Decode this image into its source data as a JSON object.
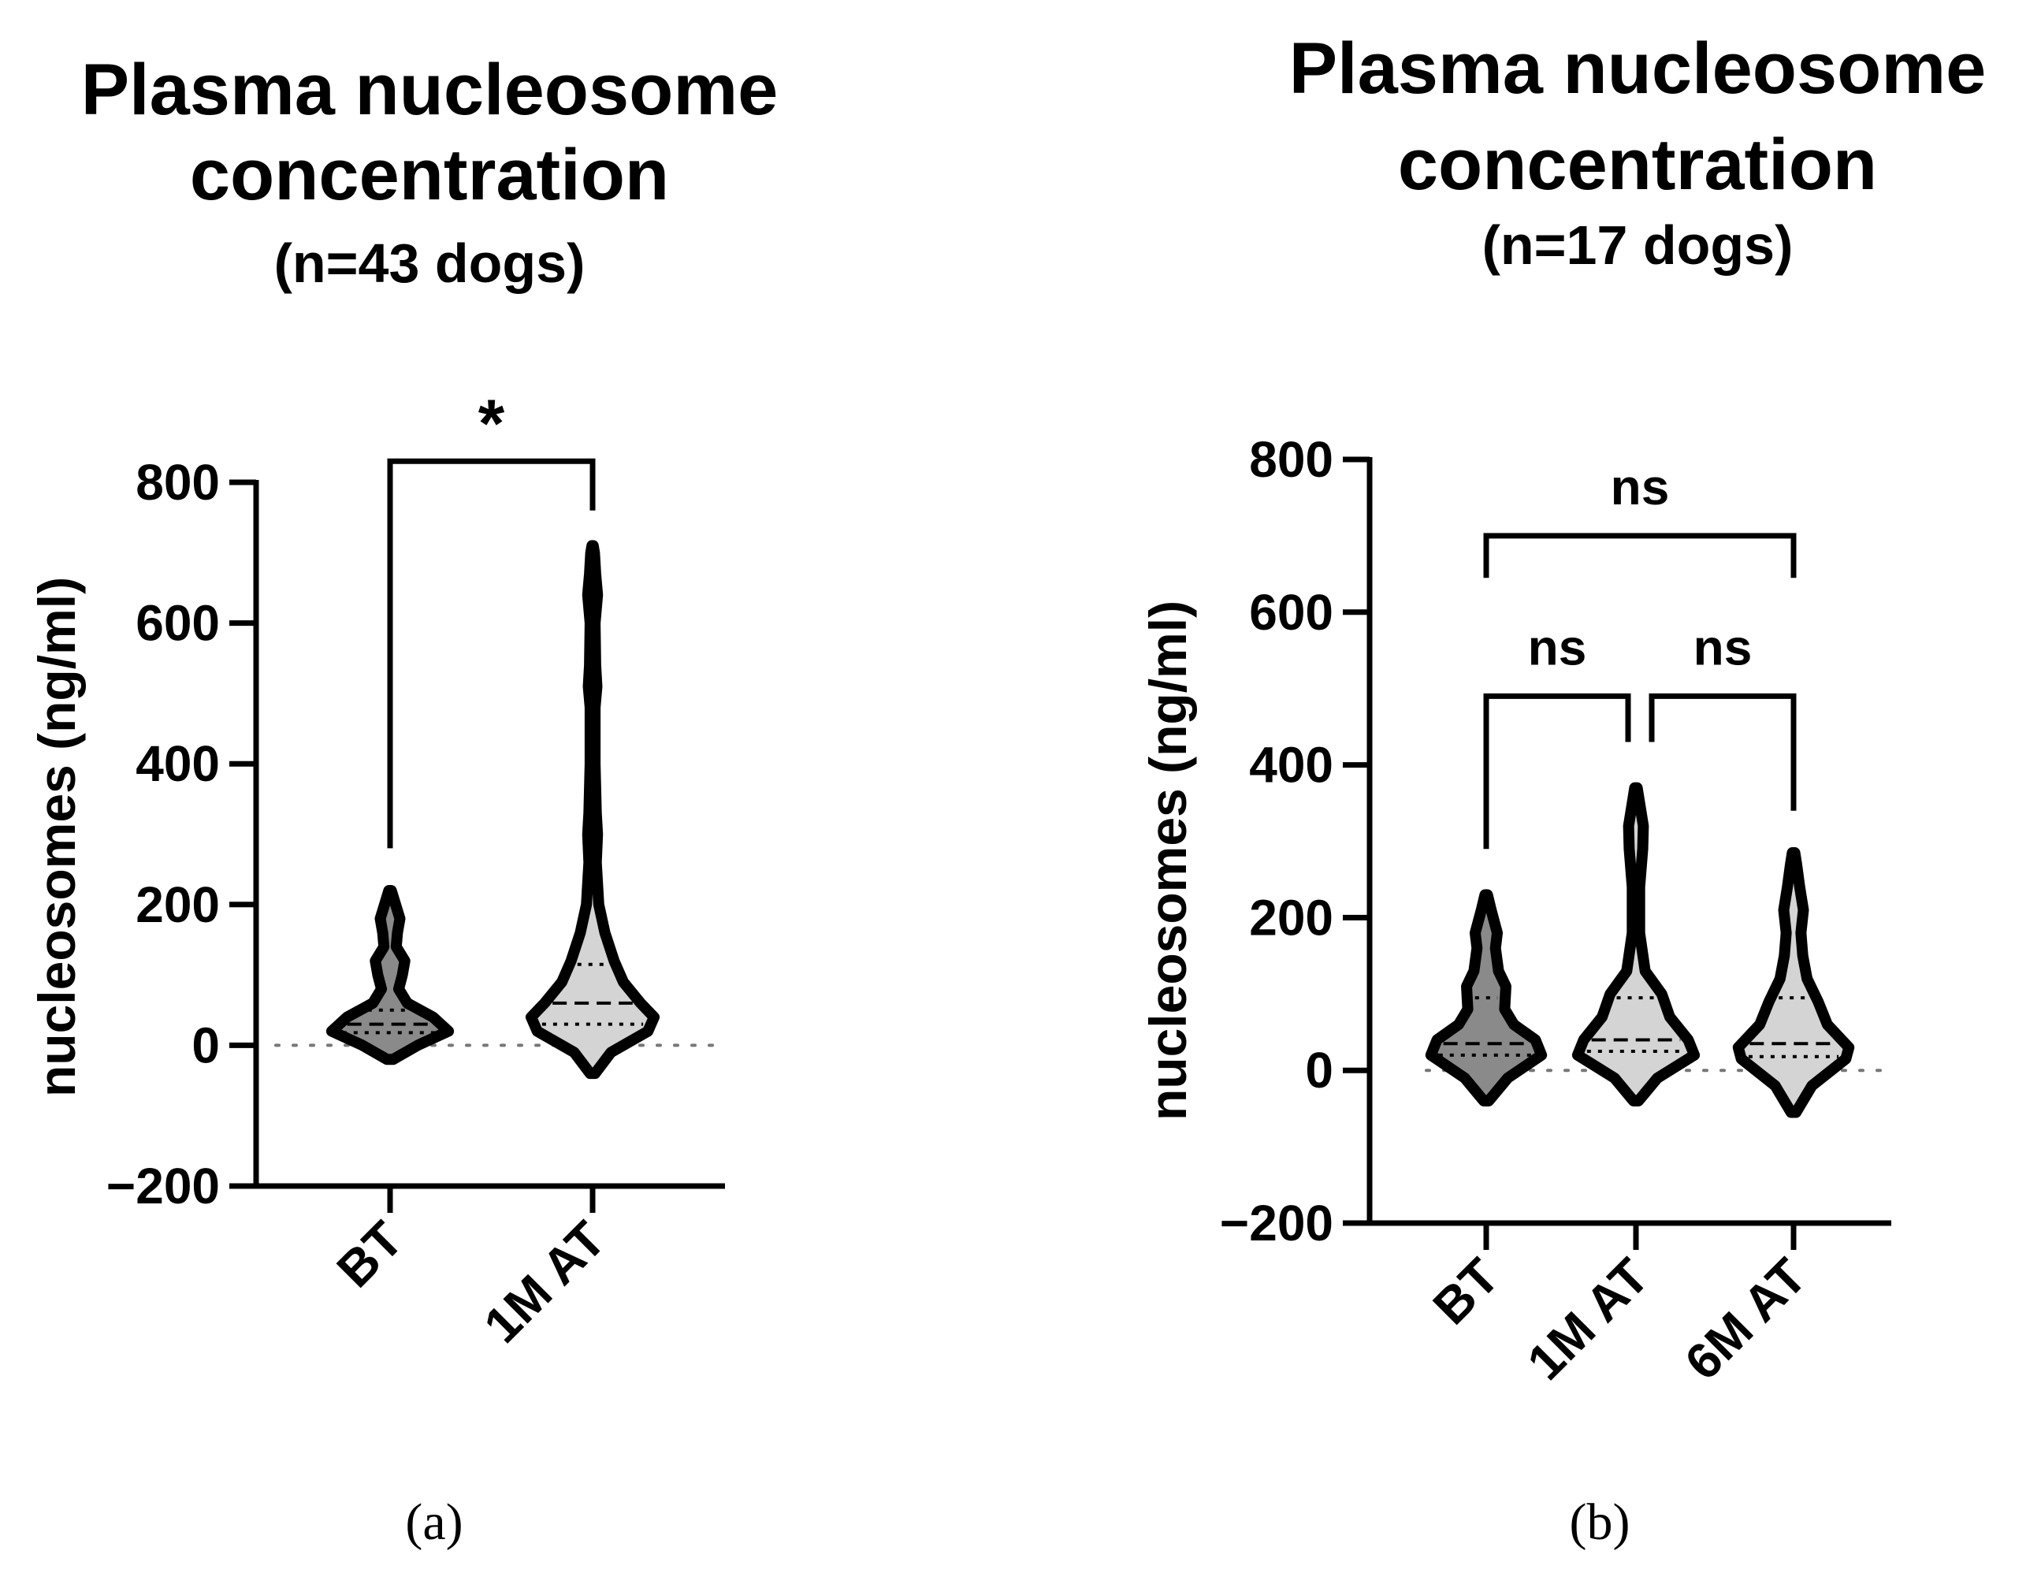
{
  "chart_data": [
    {
      "type": "violin",
      "panel_label": "(a)",
      "title_lines": [
        "Plasma nucleosome",
        "concentration"
      ],
      "subtitle": "(n=43 dogs)",
      "ylabel": "nucleosomes (ng/ml)",
      "ylim": [
        -200,
        800
      ],
      "yticks": [
        -200,
        0,
        200,
        400,
        600,
        800
      ],
      "ytick_labels": [
        "−200",
        "0",
        "200",
        "400",
        "600",
        "800"
      ],
      "zero_reference_line": "dotted",
      "categories": [
        "BT",
        "1M AT"
      ],
      "series": [
        {
          "category": "BT",
          "fill": "#8a8a8a",
          "median": 30,
          "q1": 18,
          "q3": 50,
          "range": [
            -20,
            220
          ],
          "density": [
            [
              -20,
              0.05
            ],
            [
              0,
              0.45
            ],
            [
              20,
              0.95
            ],
            [
              40,
              0.7
            ],
            [
              60,
              0.28
            ],
            [
              80,
              0.14
            ],
            [
              100,
              0.2
            ],
            [
              120,
              0.24
            ],
            [
              140,
              0.1
            ],
            [
              160,
              0.12
            ],
            [
              180,
              0.16
            ],
            [
              200,
              0.09
            ],
            [
              220,
              0.02
            ]
          ]
        },
        {
          "category": "1M AT",
          "fill": "#d4d4d4",
          "median": 60,
          "q1": 30,
          "q3": 115,
          "range": [
            -40,
            710
          ],
          "density": [
            [
              -40,
              0.04
            ],
            [
              -10,
              0.3
            ],
            [
              20,
              0.9
            ],
            [
              40,
              1.0
            ],
            [
              60,
              0.78
            ],
            [
              90,
              0.5
            ],
            [
              120,
              0.35
            ],
            [
              160,
              0.2
            ],
            [
              200,
              0.1
            ],
            [
              260,
              0.06
            ],
            [
              300,
              0.08
            ],
            [
              330,
              0.06
            ],
            [
              400,
              0.04
            ],
            [
              480,
              0.04
            ],
            [
              510,
              0.07
            ],
            [
              540,
              0.05
            ],
            [
              600,
              0.04
            ],
            [
              640,
              0.08
            ],
            [
              670,
              0.05
            ],
            [
              700,
              0.03
            ],
            [
              710,
              0.01
            ]
          ]
        }
      ],
      "comparisons": [
        {
          "pair": [
            "BT",
            "1M AT"
          ],
          "label": "*",
          "bar_y": 830,
          "left_end_y": 280,
          "right_end_y": 760
        }
      ]
    },
    {
      "type": "violin",
      "panel_label": "(b)",
      "title_lines": [
        "Plasma nucleosome",
        "concentration"
      ],
      "subtitle": "(n=17 dogs)",
      "ylabel": "nucleosomes (ng/ml)",
      "ylim": [
        -200,
        800
      ],
      "yticks": [
        -200,
        0,
        200,
        400,
        600,
        800
      ],
      "ytick_labels": [
        "−200",
        "0",
        "200",
        "400",
        "600",
        "800"
      ],
      "zero_reference_line": "dotted",
      "categories": [
        "BT",
        "1M AT",
        "6M AT"
      ],
      "series": [
        {
          "category": "BT",
          "fill": "#8a8a8a",
          "median": 35,
          "q1": 20,
          "q3": 95,
          "range": [
            -40,
            230
          ],
          "density": [
            [
              -40,
              0.04
            ],
            [
              -10,
              0.35
            ],
            [
              20,
              0.9
            ],
            [
              40,
              0.8
            ],
            [
              60,
              0.45
            ],
            [
              80,
              0.3
            ],
            [
              110,
              0.32
            ],
            [
              130,
              0.2
            ],
            [
              160,
              0.15
            ],
            [
              180,
              0.18
            ],
            [
              210,
              0.08
            ],
            [
              230,
              0.02
            ]
          ]
        },
        {
          "category": "1M AT",
          "fill": "#d4d4d4",
          "median": 40,
          "q1": 25,
          "q3": 95,
          "range": [
            -40,
            370
          ],
          "density": [
            [
              -40,
              0.04
            ],
            [
              -10,
              0.35
            ],
            [
              20,
              0.95
            ],
            [
              40,
              0.85
            ],
            [
              70,
              0.55
            ],
            [
              100,
              0.42
            ],
            [
              130,
              0.15
            ],
            [
              180,
              0.06
            ],
            [
              240,
              0.06
            ],
            [
              290,
              0.11
            ],
            [
              320,
              0.12
            ],
            [
              350,
              0.06
            ],
            [
              370,
              0.02
            ]
          ]
        },
        {
          "category": "6M AT",
          "fill": "#d4d4d4",
          "median": 35,
          "q1": 18,
          "q3": 95,
          "range": [
            -55,
            285
          ],
          "density": [
            [
              -55,
              0.04
            ],
            [
              -20,
              0.3
            ],
            [
              15,
              0.85
            ],
            [
              30,
              0.9
            ],
            [
              60,
              0.55
            ],
            [
              90,
              0.4
            ],
            [
              120,
              0.22
            ],
            [
              150,
              0.15
            ],
            [
              180,
              0.12
            ],
            [
              210,
              0.16
            ],
            [
              240,
              0.1
            ],
            [
              270,
              0.05
            ],
            [
              285,
              0.02
            ]
          ]
        }
      ],
      "comparisons": [
        {
          "pair": [
            "BT",
            "6M AT"
          ],
          "label": "ns",
          "bar_y": 700,
          "left_end_y": 645,
          "right_end_y": 645
        },
        {
          "pair": [
            "BT",
            "1M AT"
          ],
          "label": "ns",
          "bar_y": 490,
          "left_end_y": 290,
          "right_end_y": 430
        },
        {
          "pair": [
            "1M AT",
            "6M AT"
          ],
          "label": "ns",
          "bar_y": 490,
          "left_end_y": 430,
          "right_end_y": 340
        }
      ]
    }
  ]
}
